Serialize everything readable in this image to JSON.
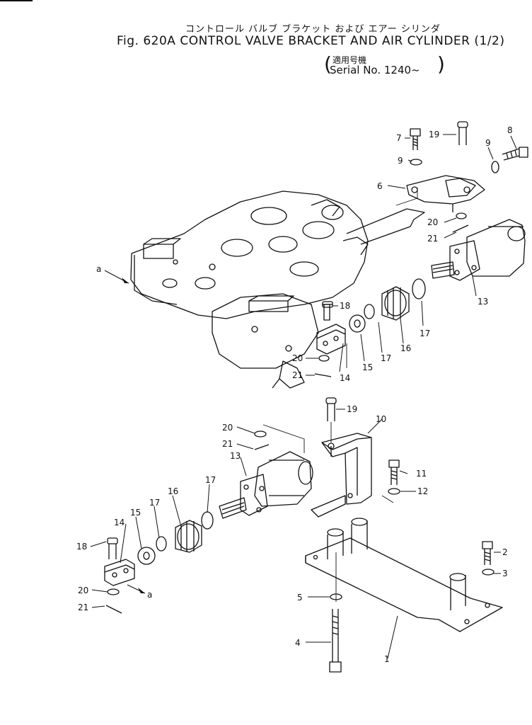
{
  "header": {
    "jp_title": "コントロール バルブ ブラケット および エアー シリンダ",
    "fig_title": "Fig. 620A  CONTROL VALVE BRACKET AND AIR CYLINDER (1/2)",
    "serial_jp": "適用号機",
    "serial": "Serial No. 1240~"
  },
  "callouts": {
    "c1": "1",
    "c2": "2",
    "c3": "3",
    "c4": "4",
    "c5": "5",
    "c6": "6",
    "c7": "7",
    "c8": "8",
    "c9a": "9",
    "c9b": "9",
    "c10": "10",
    "c11": "11",
    "c12": "12",
    "c13a": "13",
    "c13b": "13",
    "c14a": "14",
    "c14b": "14",
    "c15a": "15",
    "c15b": "15",
    "c16a": "16",
    "c16b": "16",
    "c17a": "17",
    "c17b": "17",
    "c17c": "17",
    "c17d": "17",
    "c18a": "18",
    "c18b": "18",
    "c19a": "19",
    "c19b": "19",
    "c20a": "20",
    "c20b": "20",
    "c20c": "20",
    "c20d": "20",
    "c21a": "21",
    "c21b": "21",
    "c21c": "21",
    "c21d": "21",
    "ca1": "a",
    "ca2": "a"
  }
}
